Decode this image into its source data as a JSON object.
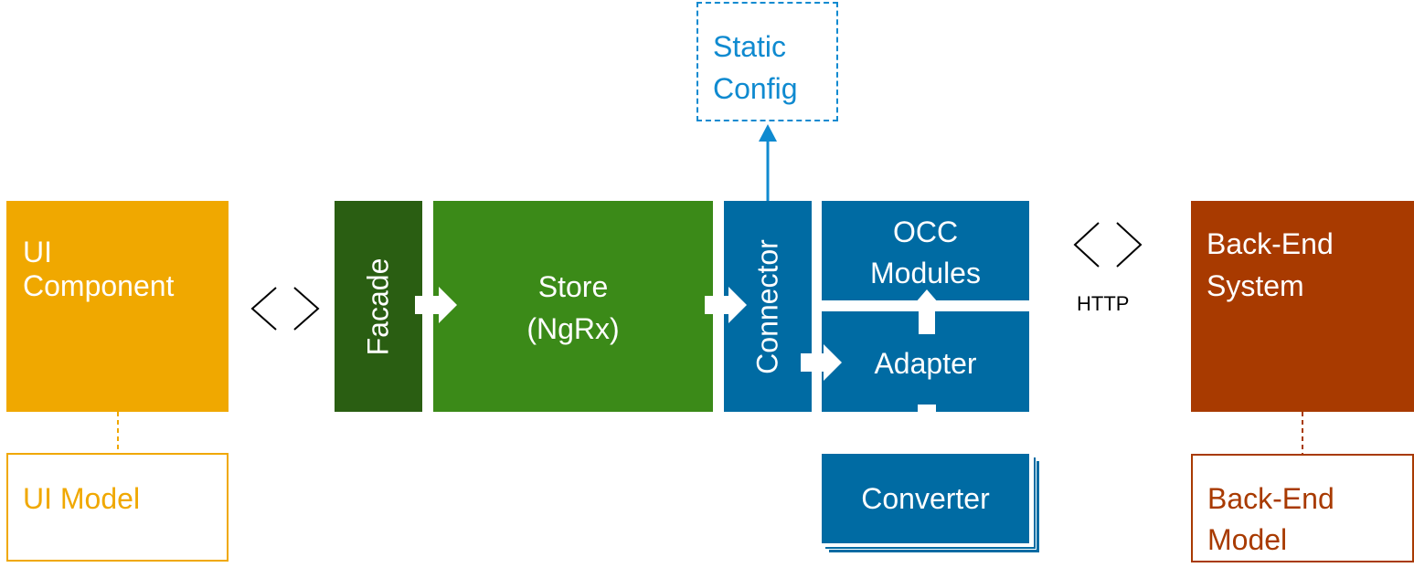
{
  "colors": {
    "ui": "#f0a800",
    "facade": "#2a5e12",
    "store": "#3b8a18",
    "blue": "#006ba3",
    "static_config": "#0f8ad0",
    "backend": "#a83a00"
  },
  "nodes": {
    "ui_component": {
      "line1": "UI",
      "line2": "Component"
    },
    "ui_model": {
      "label": "UI Model"
    },
    "facade": {
      "label": "Facade"
    },
    "store": {
      "line1": "Store",
      "line2": "(NgRx)"
    },
    "connector": {
      "label": "Connector"
    },
    "occ_modules": {
      "line1": "OCC",
      "line2": "Modules"
    },
    "adapter": {
      "label": "Adapter"
    },
    "converter": {
      "label": "Converter"
    },
    "static_config": {
      "line1": "Static",
      "line2": "Config"
    },
    "backend_system": {
      "line1": "Back-End",
      "line2": "System"
    },
    "backend_model": {
      "line1": "Back-End",
      "line2": "Model"
    }
  },
  "edges": {
    "http_label": "HTTP"
  },
  "icons": [
    "bidirectional-chevrons-icon",
    "block-arrow-icon",
    "arrow-up-icon"
  ]
}
